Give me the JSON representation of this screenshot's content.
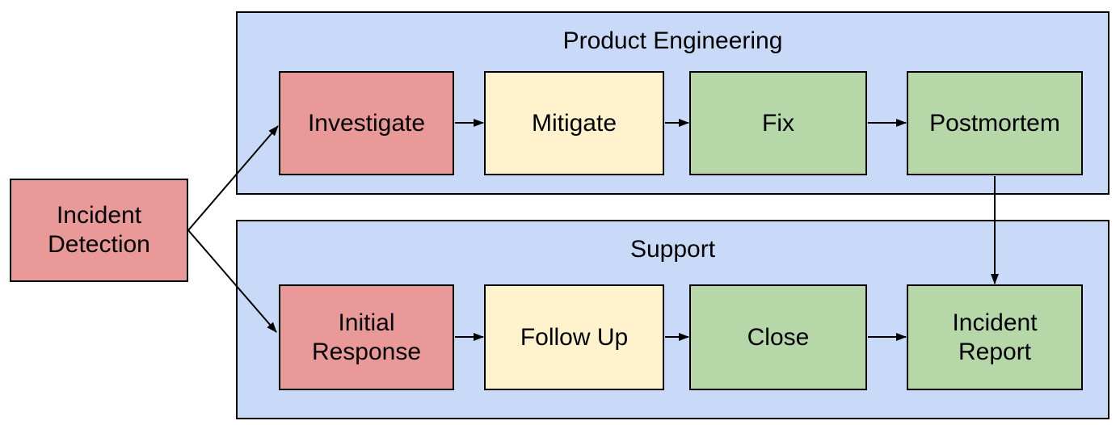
{
  "diagram": {
    "colors": {
      "red": "#ea9999",
      "yellow": "#fff2cc",
      "green": "#b6d7a8",
      "lane_blue": "#c9daf8",
      "border": "#000000",
      "background": "#ffffff"
    },
    "start_node": {
      "label": "Incident Detection",
      "color": "red"
    },
    "lanes": [
      {
        "title": "Product Engineering",
        "nodes": [
          {
            "label": "Investigate",
            "color": "red"
          },
          {
            "label": "Mitigate",
            "color": "yellow"
          },
          {
            "label": "Fix",
            "color": "green"
          },
          {
            "label": "Postmortem",
            "color": "green"
          }
        ]
      },
      {
        "title": "Support",
        "nodes": [
          {
            "label": "Initial Response",
            "color": "red"
          },
          {
            "label": "Follow Up",
            "color": "yellow"
          },
          {
            "label": "Close",
            "color": "green"
          },
          {
            "label": "Incident Report",
            "color": "green"
          }
        ]
      }
    ],
    "edges": [
      {
        "from": "Incident Detection",
        "to": "Investigate"
      },
      {
        "from": "Incident Detection",
        "to": "Initial Response"
      },
      {
        "from": "Investigate",
        "to": "Mitigate"
      },
      {
        "from": "Mitigate",
        "to": "Fix"
      },
      {
        "from": "Fix",
        "to": "Postmortem"
      },
      {
        "from": "Postmortem",
        "to": "Incident Report"
      },
      {
        "from": "Initial Response",
        "to": "Follow Up"
      },
      {
        "from": "Follow Up",
        "to": "Close"
      },
      {
        "from": "Close",
        "to": "Incident Report"
      }
    ]
  }
}
